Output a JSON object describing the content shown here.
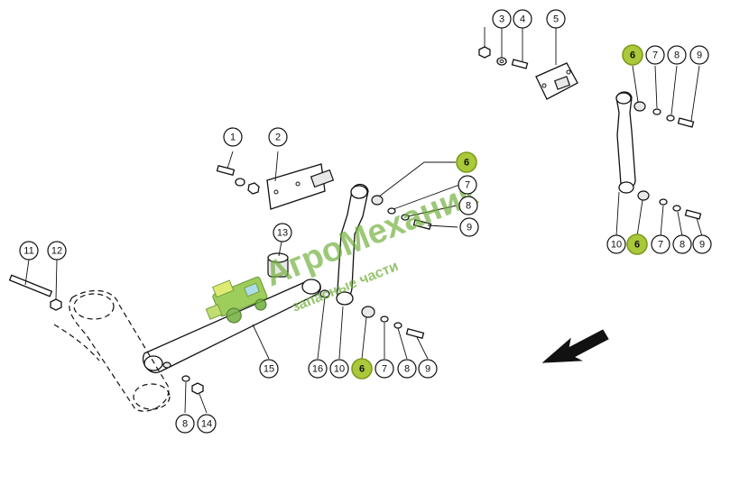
{
  "diagram": {
    "callouts": [
      {
        "id": "c3a",
        "label": "3",
        "highlight": false
      },
      {
        "id": "c4a",
        "label": "4",
        "highlight": false
      },
      {
        "id": "c5a",
        "label": "5",
        "highlight": false
      },
      {
        "id": "c6a",
        "label": "6",
        "highlight": true
      },
      {
        "id": "c7a",
        "label": "7",
        "highlight": false
      },
      {
        "id": "c8a",
        "label": "8",
        "highlight": false
      },
      {
        "id": "c9a",
        "label": "9",
        "highlight": false
      },
      {
        "id": "c1",
        "label": "1",
        "highlight": false
      },
      {
        "id": "c2",
        "label": "2",
        "highlight": false
      },
      {
        "id": "c6b",
        "label": "6",
        "highlight": true
      },
      {
        "id": "c7b",
        "label": "7",
        "highlight": false
      },
      {
        "id": "c8b",
        "label": "8",
        "highlight": false
      },
      {
        "id": "c9b",
        "label": "9",
        "highlight": false
      },
      {
        "id": "c13",
        "label": "13",
        "highlight": false
      },
      {
        "id": "c11",
        "label": "11",
        "highlight": false
      },
      {
        "id": "c12",
        "label": "12",
        "highlight": false
      },
      {
        "id": "c15",
        "label": "15",
        "highlight": false
      },
      {
        "id": "c16",
        "label": "16",
        "highlight": false
      },
      {
        "id": "c10a",
        "label": "10",
        "highlight": false
      },
      {
        "id": "c6c",
        "label": "6",
        "highlight": true
      },
      {
        "id": "c7c",
        "label": "7",
        "highlight": false
      },
      {
        "id": "c8c",
        "label": "8",
        "highlight": false
      },
      {
        "id": "c9c",
        "label": "9",
        "highlight": false
      },
      {
        "id": "c8d",
        "label": "8",
        "highlight": false
      },
      {
        "id": "c14",
        "label": "14",
        "highlight": false
      },
      {
        "id": "c10b",
        "label": "10",
        "highlight": false
      },
      {
        "id": "c6d",
        "label": "6",
        "highlight": true
      },
      {
        "id": "c7d",
        "label": "7",
        "highlight": false
      },
      {
        "id": "c8e",
        "label": "8",
        "highlight": false
      },
      {
        "id": "c9d",
        "label": "9",
        "highlight": false
      }
    ]
  },
  "watermark": {
    "brand": "АгроМеханик",
    "tagline": "запасные части",
    "icon": "harvester-logo-icon",
    "color": "#6fae3a"
  },
  "colors": {
    "highlight": "#a9c93a",
    "line": "#111111"
  },
  "arrow": {
    "icon": "direction-arrow-icon"
  }
}
